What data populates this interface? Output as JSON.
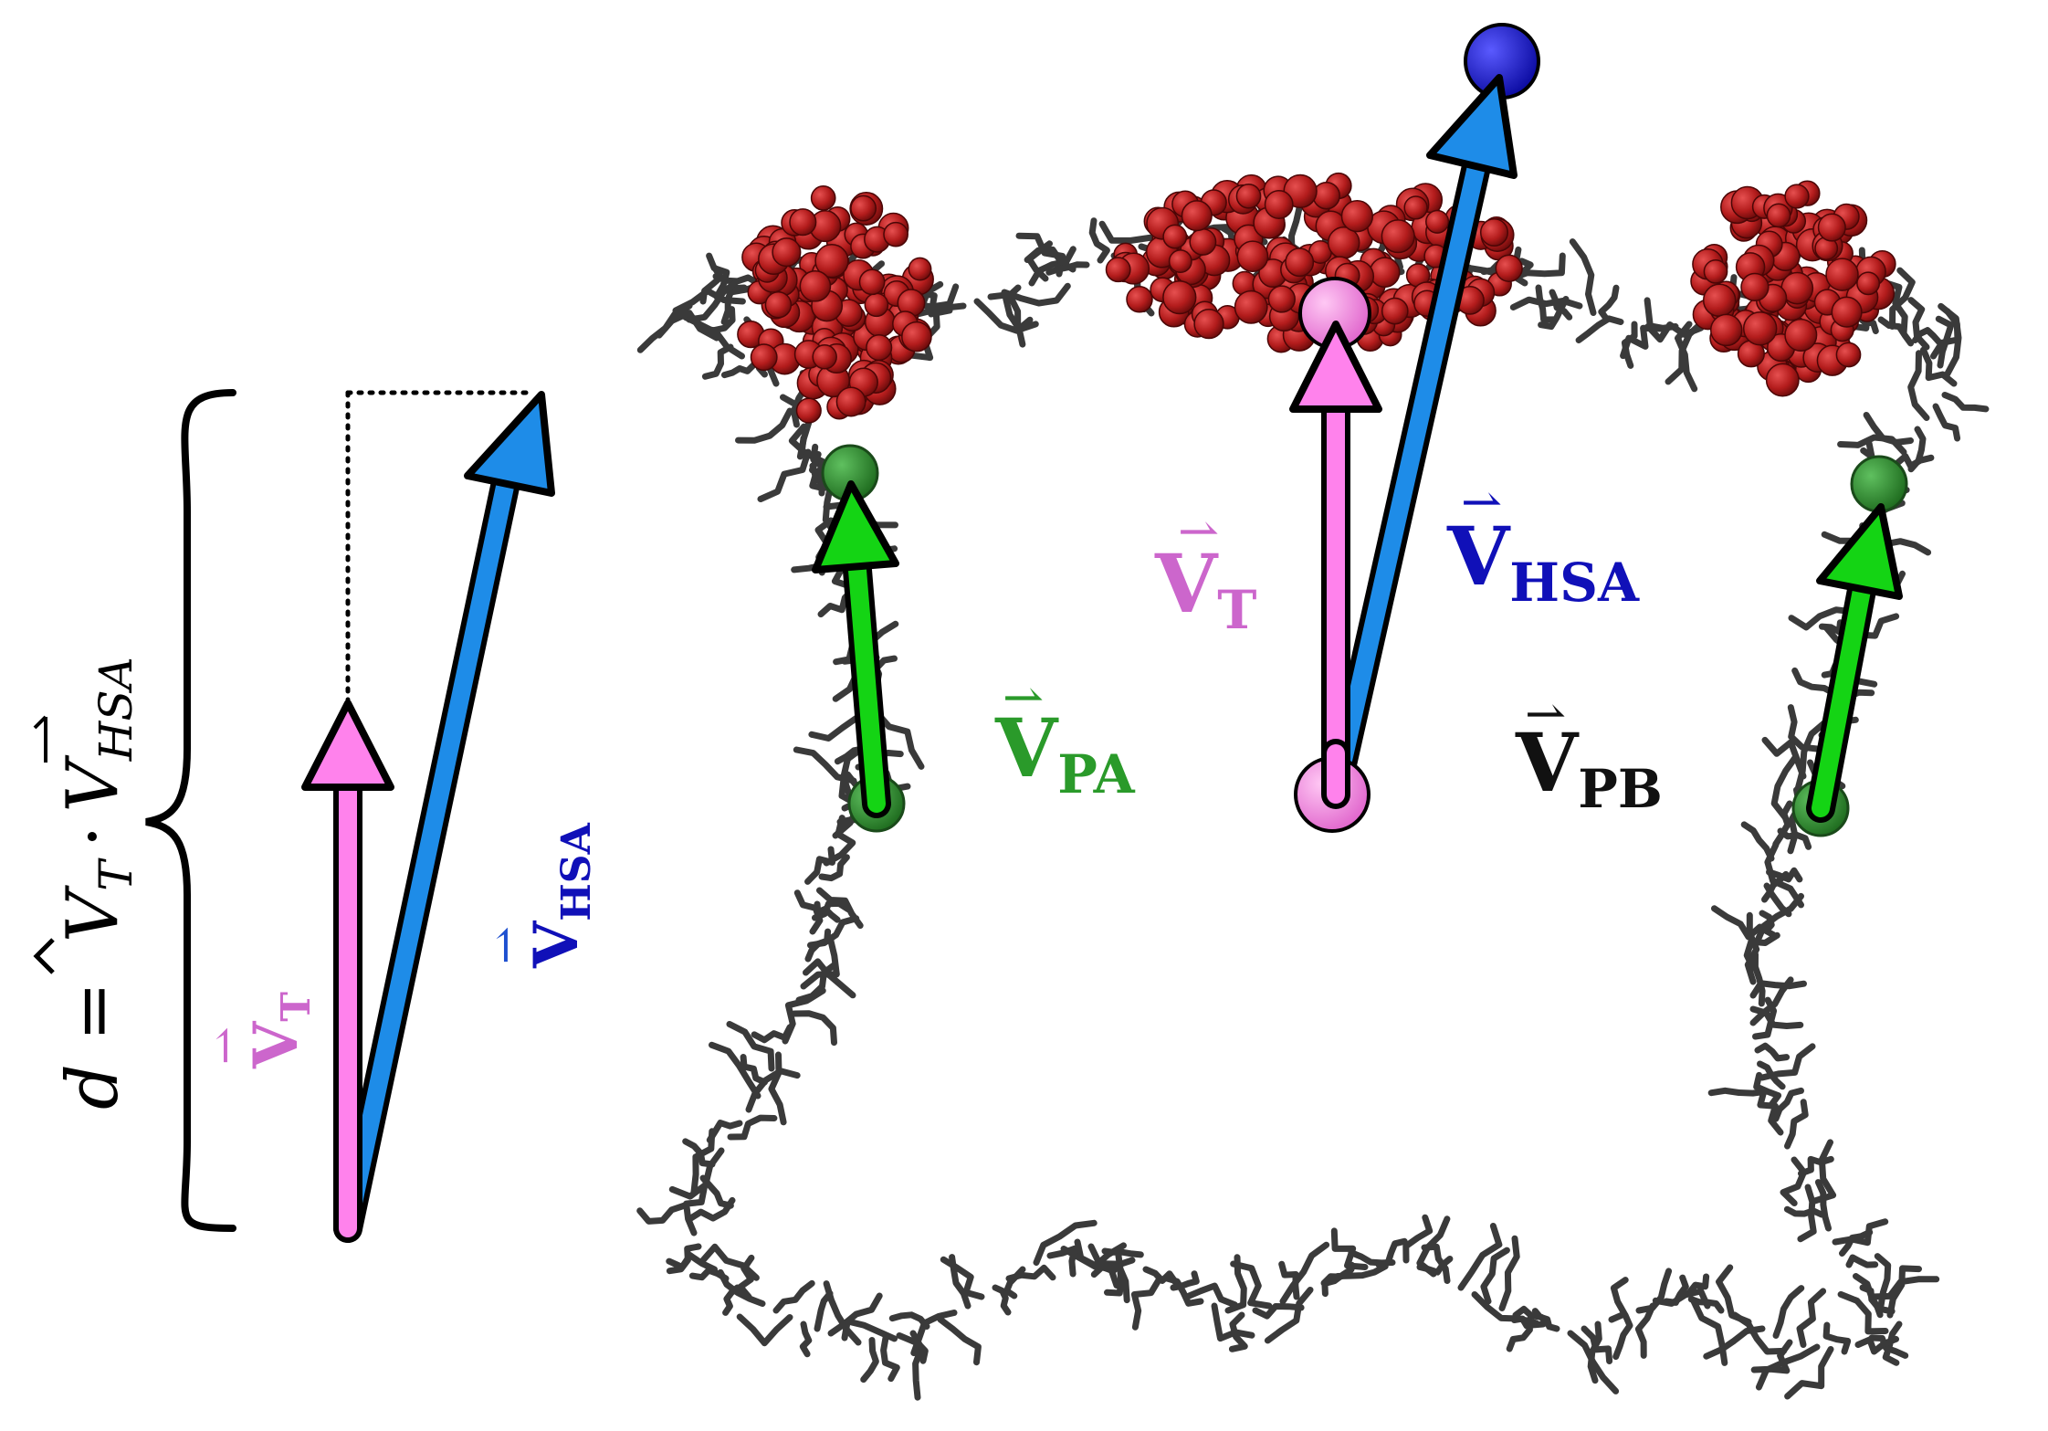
{
  "equation": {
    "lhs": "d =",
    "vt_sym": "V",
    "vt_sub": "T",
    "dot": "·",
    "vhsa_sym": "V",
    "vhsa_sub": "HSA"
  },
  "labels": {
    "vt": {
      "sym": "V",
      "sub": "T",
      "arrow": "⇀"
    },
    "vhsa": {
      "sym": "V",
      "sub": "HSA",
      "arrow": "⇀"
    },
    "vpa": {
      "sym": "V",
      "sub": "PA",
      "arrow": "⇀"
    },
    "vpb": {
      "sym": "V",
      "sub": "PB",
      "arrow": "⇀"
    }
  },
  "colors": {
    "pink": "#ff82ec",
    "pink_text": "#cc66cc",
    "blue": "#1e8ce8",
    "blue_text": "#1010b8",
    "green": "#14d414",
    "green_text": "#2a9a2a",
    "dark_green": "#2e8b2e",
    "red": "#b31c1c",
    "dna": "#3a3a3a",
    "node_blue": "#1515e0"
  }
}
